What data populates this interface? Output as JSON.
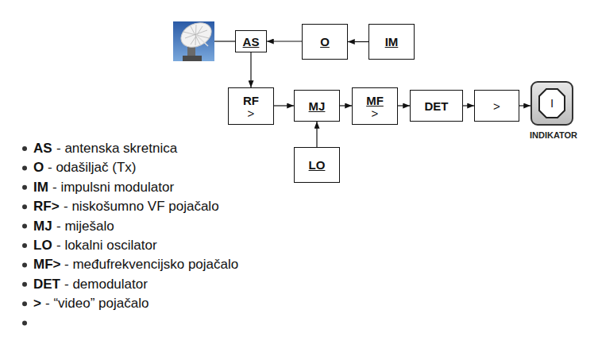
{
  "diagram": {
    "nodes": [
      {
        "text": [
          "AS"
        ]
      },
      {
        "text": [
          "O"
        ]
      },
      {
        "text": [
          "IM"
        ]
      },
      {
        "text": [
          "RF",
          ">"
        ]
      },
      {
        "text": [
          "MJ"
        ]
      },
      {
        "text": [
          "MF",
          ">"
        ]
      },
      {
        "text": [
          "DET"
        ]
      },
      {
        "text": [
          ">"
        ]
      },
      {
        "text": [
          "INDIKATOR"
        ]
      },
      {
        "text": [
          "I"
        ],
        "in": 8
      },
      {
        "text": [
          "LO"
        ]
      }
    ],
    "edges": [
      {
        "from": 2,
        "to": 1,
        "arrow": "to"
      },
      {
        "from": 1,
        "to": 0,
        "arrow": "to"
      },
      {
        "from": 0,
        "to": 3,
        "arrow": "to"
      },
      {
        "from": 3,
        "to": 4,
        "arrow": "to"
      },
      {
        "from": 10,
        "to": 4,
        "arrow": "to"
      },
      {
        "from": 4,
        "to": 5,
        "arrow": "to"
      },
      {
        "from": 5,
        "to": 6,
        "arrow": "to"
      },
      {
        "from": 6,
        "to": 7,
        "arrow": "to"
      },
      {
        "from": 7,
        "to": 8,
        "arrow": "to"
      }
    ],
    "labels": [
      "AS",
      "- antenska skretnica",
      "O",
      "- odašiljač (Tx)",
      "IM",
      "- impulsni modulator",
      "RF>",
      "- niskošumno VF pojačalo",
      "MJ",
      "- miješalo",
      "LO",
      "- lokalni oscilator",
      "MF>",
      "- međufrekvencijsko pojačalo",
      "DET",
      "- demodulator",
      ">",
      "- “video” pojačalo"
    ]
  }
}
